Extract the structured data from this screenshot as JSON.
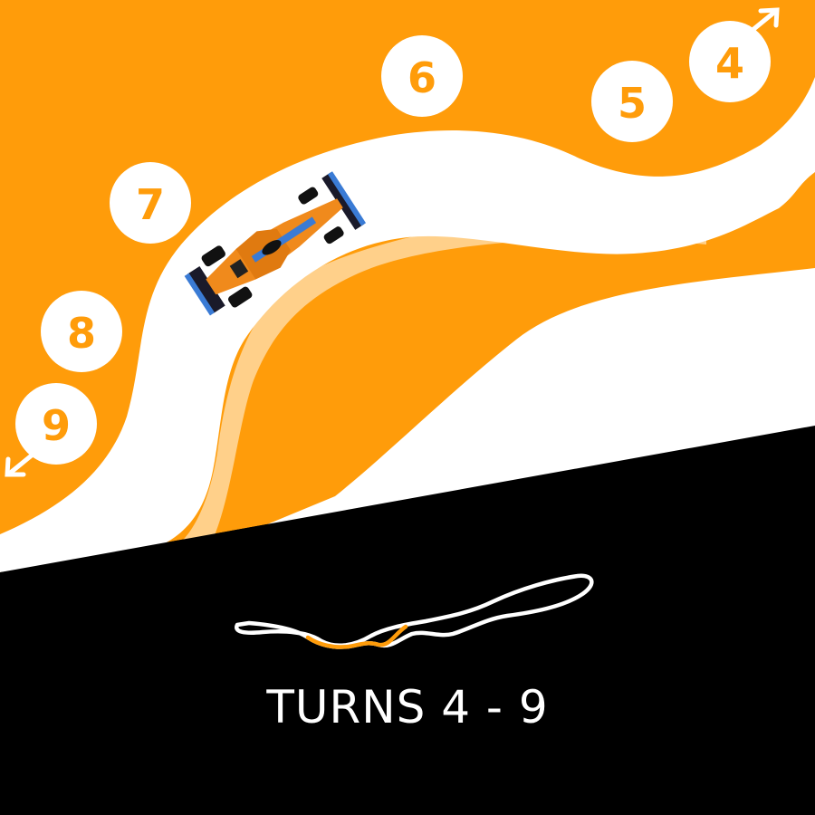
{
  "colors": {
    "orange": "#FF9C0A",
    "track_edge": "#FFD08A",
    "white": "#FFFFFF",
    "black": "#000000",
    "car_orange": "#F08A1C",
    "car_blue": "#3A7BD5"
  },
  "turns": [
    {
      "label": "4"
    },
    {
      "label": "5"
    },
    {
      "label": "6"
    },
    {
      "label": "7"
    },
    {
      "label": "8"
    },
    {
      "label": "9"
    }
  ],
  "caption": "TURNS 4 - 9",
  "icons": {
    "entry_arrow": "arrow-up-right-icon",
    "exit_arrow": "arrow-down-left-icon",
    "car": "race-car-icon",
    "circuit": "circuit-map-icon"
  }
}
